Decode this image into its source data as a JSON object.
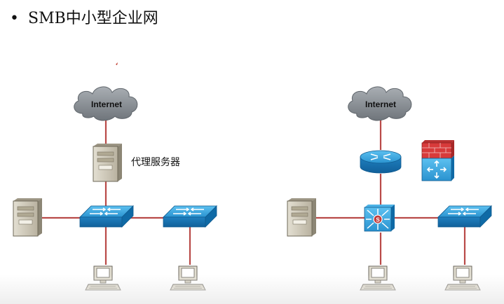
{
  "heading": {
    "bullet": "•",
    "text": "SMB中小型企业网"
  },
  "left_diagram": {
    "cloud_label": "Internet",
    "proxy_label": "代理服务器",
    "devices": [
      "cloud-icon",
      "proxy-server-icon",
      "server-icon",
      "switch-icon",
      "switch-icon",
      "pc-icon",
      "pc-icon"
    ]
  },
  "right_diagram": {
    "cloud_label": "Internet",
    "devices": [
      "cloud-icon",
      "router-icon",
      "firewall-icon",
      "server-icon",
      "layer3-switch-icon",
      "switch-icon",
      "pc-icon",
      "pc-icon"
    ]
  },
  "colors": {
    "link": "#b94a48",
    "cloud": "#8a8f95",
    "device_blue": "#1e88c9",
    "firewall_red": "#d83a3a",
    "server_beige": "#cfc9b8"
  }
}
